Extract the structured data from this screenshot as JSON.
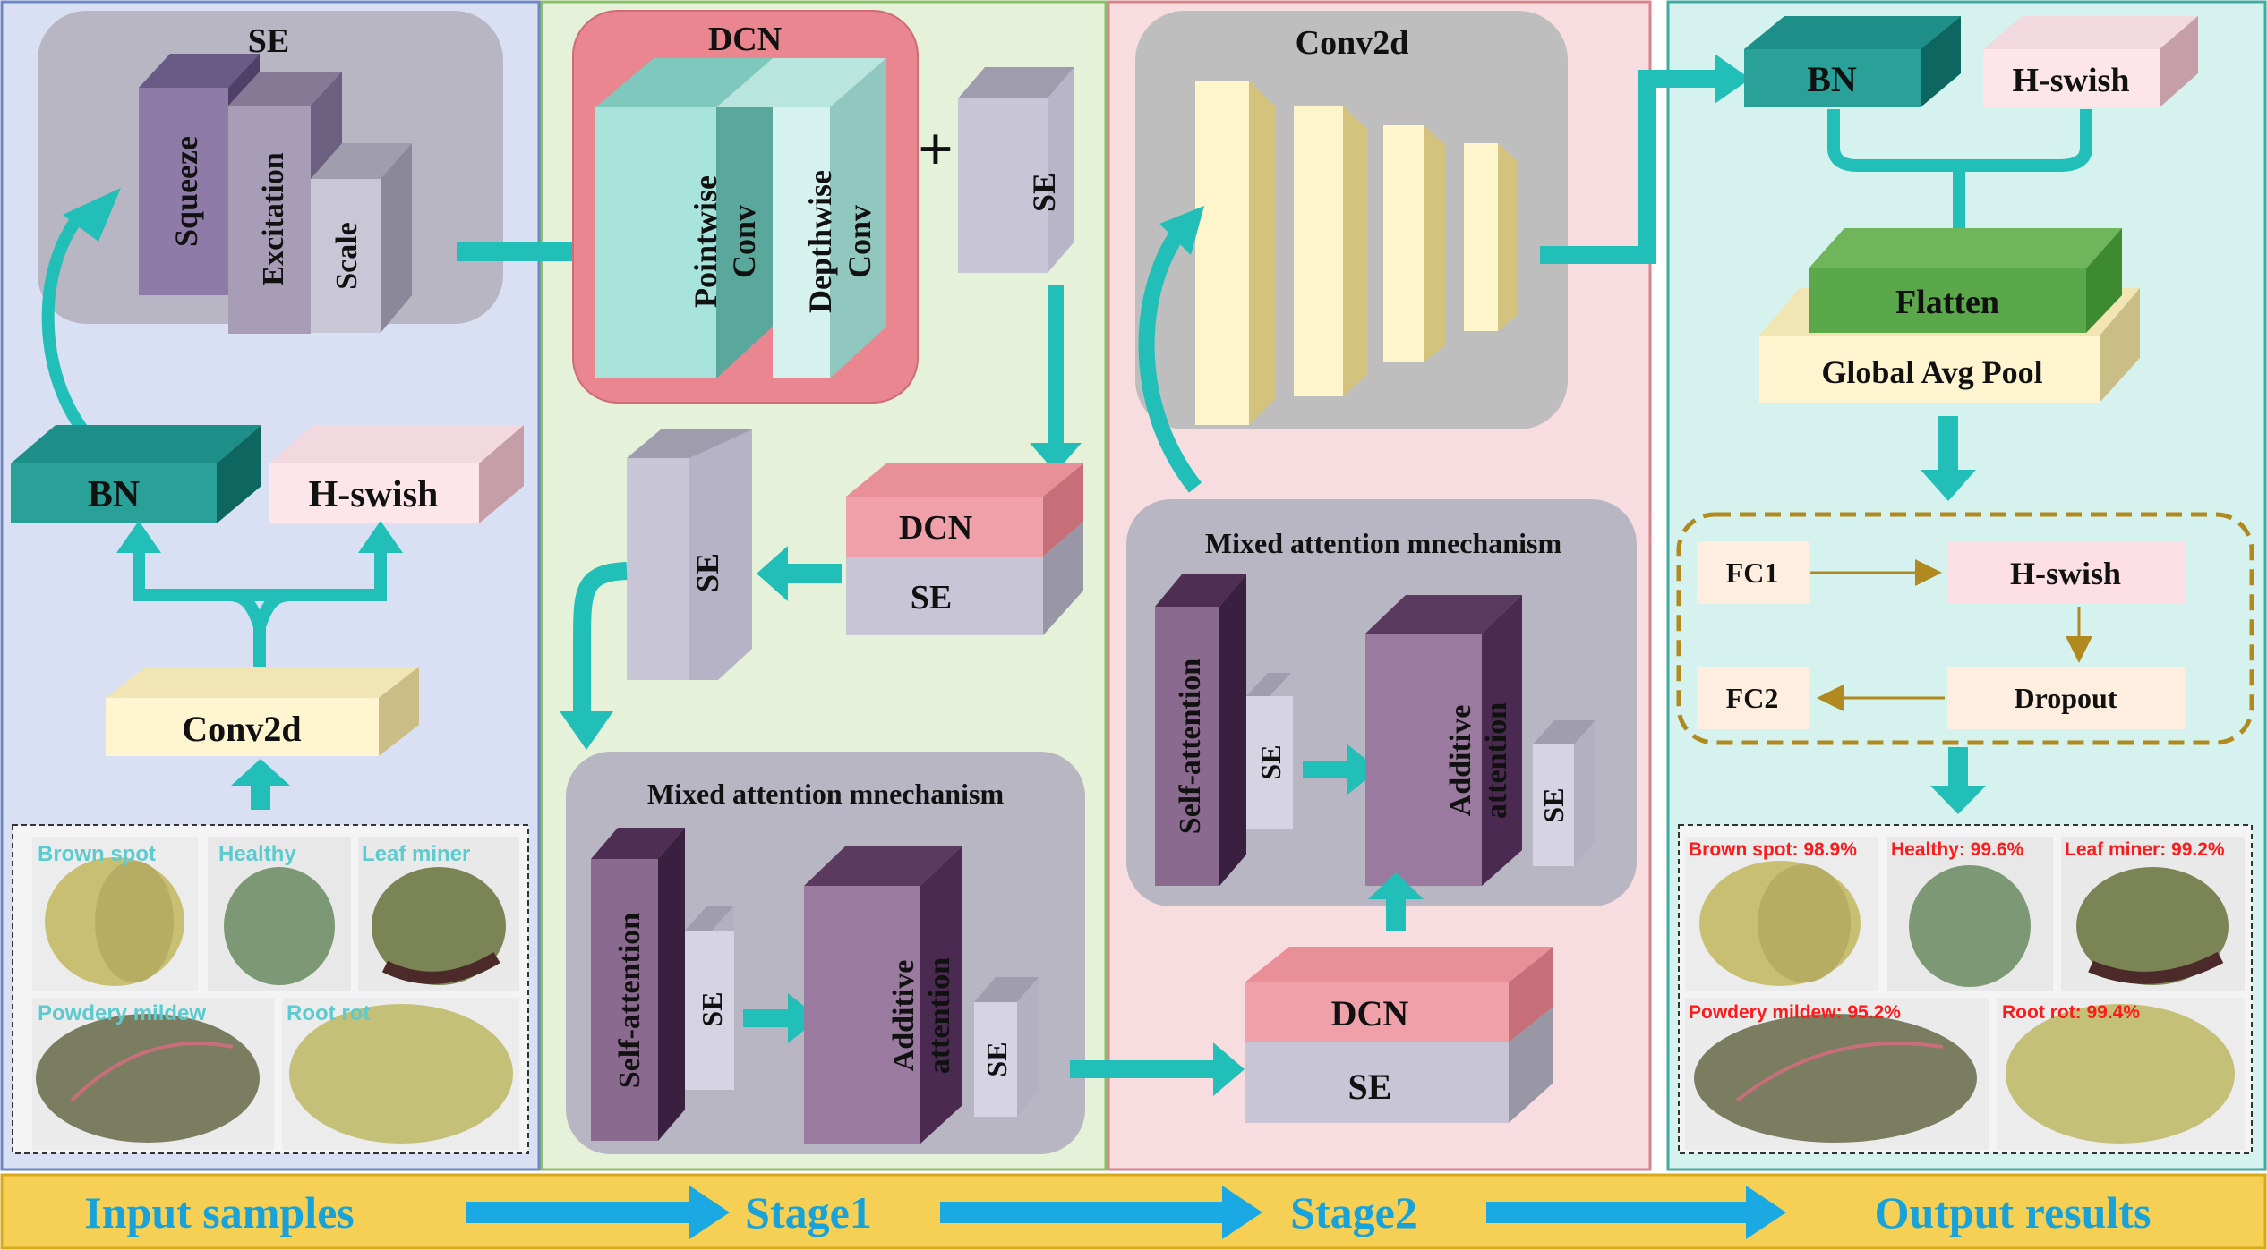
{
  "colors": {
    "input_panel": "#d9e0f3",
    "stage1_panel": "#e5f1d9",
    "stage2_panel": "#f8dde0",
    "output_panel": "#d5f2ee",
    "arrow_teal": "#22bfb9",
    "bottom_bar": "#f6cf55",
    "bottom_arrow": "#1aa9e2",
    "bottom_text": "#17a3da",
    "leaf_label_input": "#5ccbd0",
    "leaf_label_output": "#ff1a1a"
  },
  "input_panel": {
    "se_title": "SE",
    "squeeze": "Squeeze",
    "excitation": "Excitation",
    "scale": "Scale",
    "bn": "BN",
    "hswish": "H-swish",
    "conv2d": "Conv2d",
    "samples": [
      "Brown spot",
      "Healthy",
      "Leaf miner",
      "Powdery mildew",
      "Root rot"
    ]
  },
  "stage1": {
    "dcn_title": "DCN",
    "pointwise": [
      "Pointwise",
      "Conv"
    ],
    "depthwise": [
      "Depthwise",
      "Conv"
    ],
    "plus": "+",
    "se_tall": "SE",
    "dcn_block_top": "DCN",
    "dcn_block_bottom": "SE",
    "se_mid": "SE",
    "mixed_title": "Mixed attention mnechanism",
    "self_attention": "Self-attention",
    "se_small_1": "SE",
    "additive": [
      "Additive",
      "attention"
    ],
    "se_small_2": "SE"
  },
  "stage2": {
    "conv2d_title": "Conv2d",
    "mixed_title": "Mixed attention mnechanism",
    "self_attention": "Self-attention",
    "se_small_1": "SE",
    "additive": [
      "Additive",
      "attention"
    ],
    "se_small_2": "SE",
    "dcn_block_top": "DCN",
    "dcn_block_bottom": "SE"
  },
  "output_panel": {
    "bn": "BN",
    "hswish": "H-swish",
    "flatten": "Flatten",
    "gap": "Global Avg Pool",
    "fc1": "FC1",
    "hswish_fc": "H-swish",
    "fc2": "FC2",
    "dropout": "Dropout",
    "results": [
      "Brown spot: 98.9%",
      "Healthy: 99.6%",
      "Leaf miner: 99.2%",
      "Powdery mildew: 95.2%",
      "Root rot: 99.4%"
    ]
  },
  "bottom_bar": {
    "labels": [
      "Input samples",
      "Stage1",
      "Stage2",
      "Output results"
    ]
  }
}
